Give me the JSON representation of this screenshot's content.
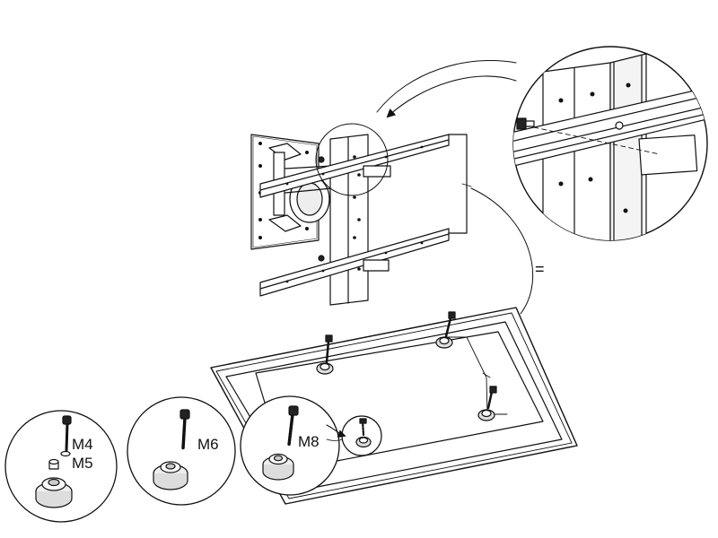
{
  "diagram": {
    "labels": {
      "m4": "M4",
      "m5": "M5",
      "m6": "M6",
      "m8": "M8",
      "equals": "="
    },
    "colors": {
      "line": "#111111",
      "fill_light": "#ffffff",
      "fill_shade": "#d9d9d9",
      "fill_dark": "#9a9a9a"
    }
  }
}
